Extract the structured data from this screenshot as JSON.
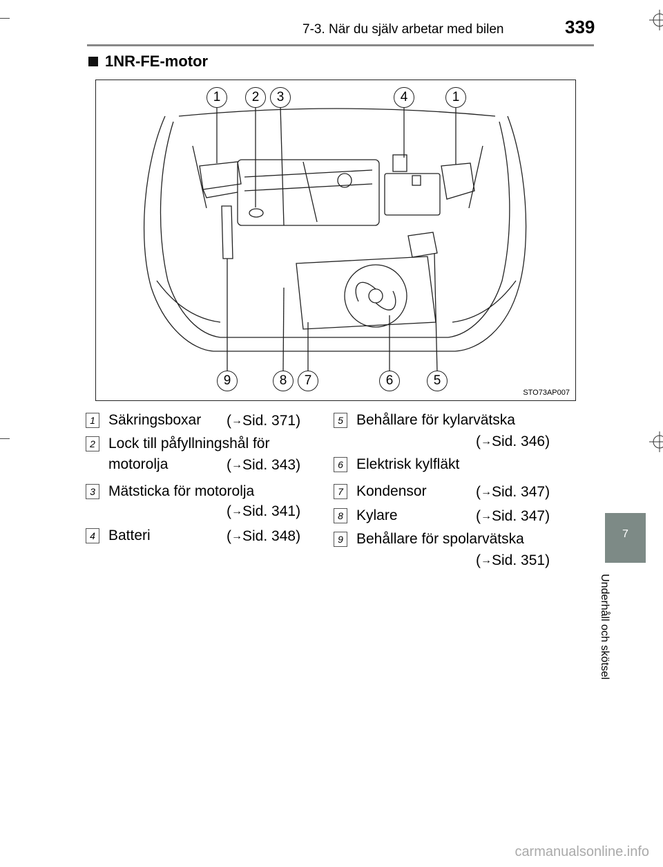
{
  "header": {
    "section_title": "7-3. När du själv arbetar med bilen",
    "page_number": "339"
  },
  "heading": "1NR-FE-motor",
  "figure": {
    "code": "STO73AP007",
    "top_callouts": [
      "1",
      "2",
      "3",
      "4",
      "1"
    ],
    "bottom_callouts": [
      "9",
      "8",
      "7",
      "6",
      "5"
    ]
  },
  "items_left": [
    {
      "num": "1",
      "lines": [
        "Säkringsboxar"
      ],
      "ref": "Sid. 371"
    },
    {
      "num": "2",
      "lines": [
        "Lock till påfyllningshål för",
        "motorolja"
      ],
      "ref": "Sid. 343"
    },
    {
      "num": "3",
      "lines": [
        "Mätsticka för motorolja"
      ],
      "ref": "Sid. 341"
    },
    {
      "num": "4",
      "lines": [
        "Batteri"
      ],
      "ref": "Sid. 348"
    }
  ],
  "items_right": [
    {
      "num": "5",
      "lines": [
        "Behållare för kylarvätska"
      ],
      "ref": "Sid. 346"
    },
    {
      "num": "6",
      "lines": [
        "Elektrisk kylfläkt"
      ],
      "ref": ""
    },
    {
      "num": "7",
      "lines": [
        "Kondensor"
      ],
      "ref": "Sid. 347"
    },
    {
      "num": "8",
      "lines": [
        "Kylare"
      ],
      "ref": "Sid. 347"
    },
    {
      "num": "9",
      "lines": [
        "Behållare för spolarvätska"
      ],
      "ref": "Sid. 351"
    }
  ],
  "side_tab": {
    "number": "7",
    "label": "Underhåll och skötsel"
  },
  "watermark": "carmanualsonline.info"
}
